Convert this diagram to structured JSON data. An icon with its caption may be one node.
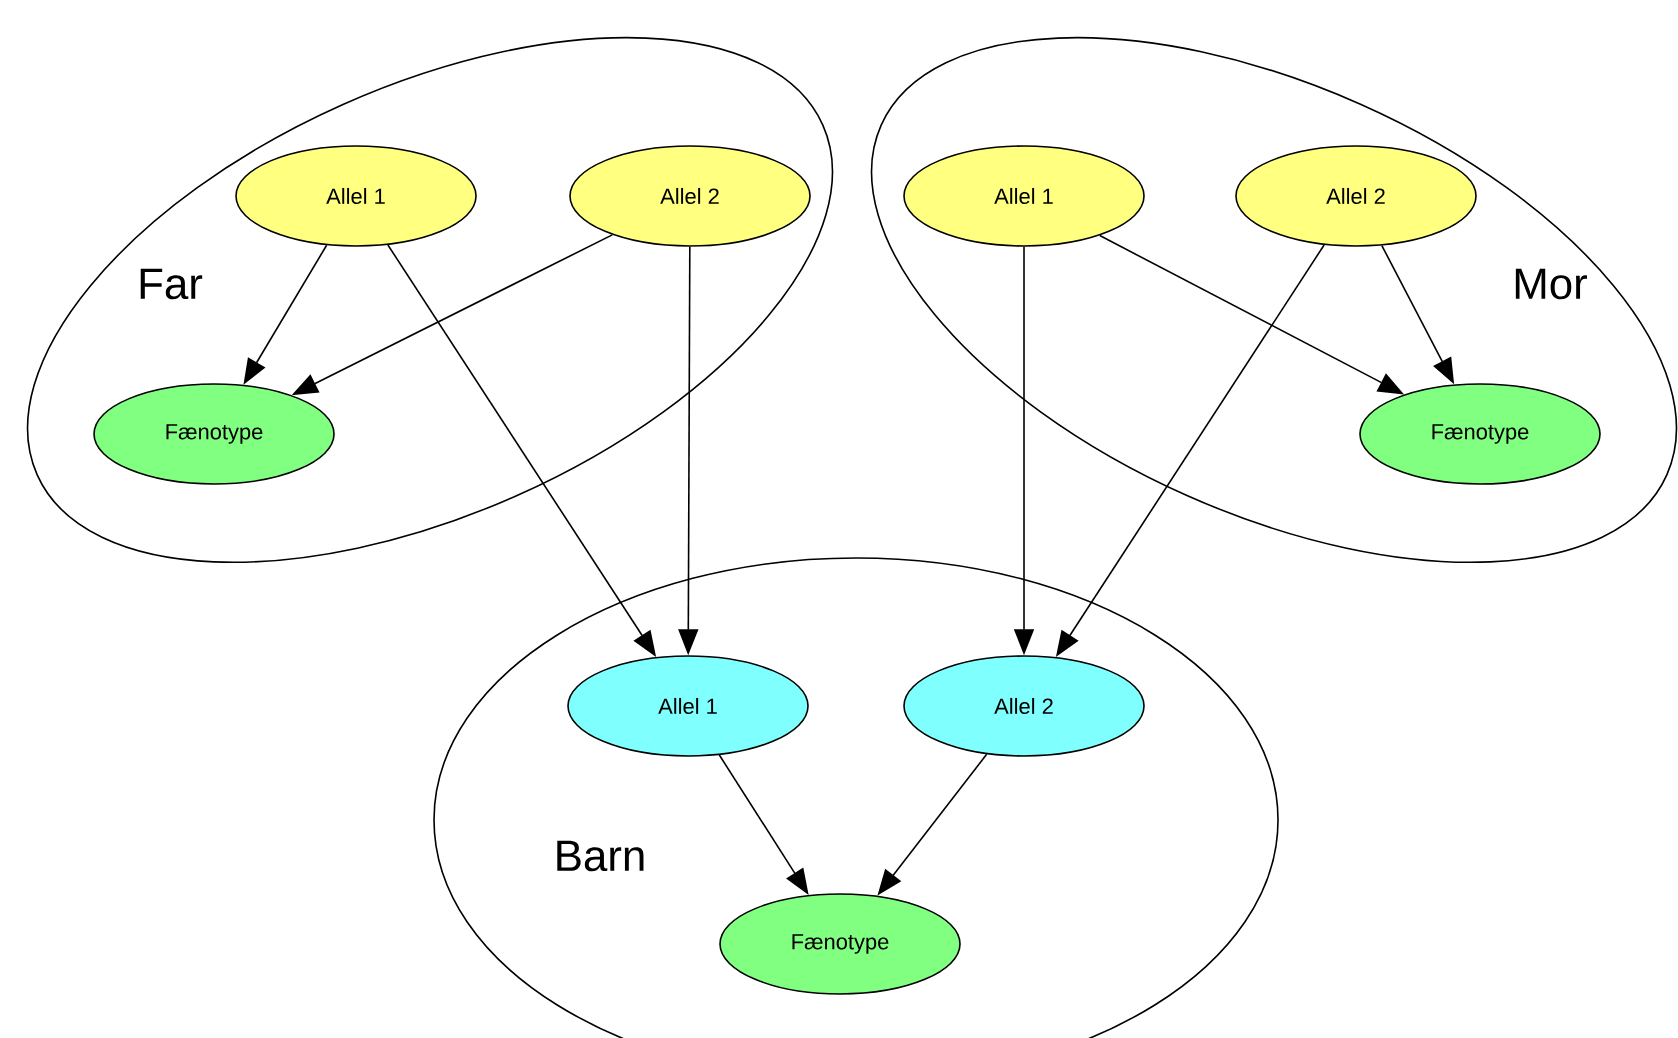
{
  "diagram": {
    "nodes": [
      {
        "text": [
          "Far"
        ]
      },
      {
        "text": [
          "Allel 1"
        ],
        "in": 0
      },
      {
        "text": [
          "Allel 2"
        ],
        "in": 0
      },
      {
        "text": [
          "Fænotype"
        ],
        "in": 0
      },
      {
        "text": [
          "Mor"
        ]
      },
      {
        "text": [
          "Allel 1"
        ],
        "in": 4
      },
      {
        "text": [
          "Allel 2"
        ],
        "in": 4
      },
      {
        "text": [
          "Fænotype"
        ],
        "in": 4
      },
      {
        "text": [
          "Barn"
        ]
      },
      {
        "text": [
          "Allel 1"
        ],
        "in": 8
      },
      {
        "text": [
          "Allel 2"
        ],
        "in": 8
      },
      {
        "text": [
          "Fænotype"
        ],
        "in": 8
      }
    ],
    "edges": [
      {
        "from": 1,
        "to": 3,
        "arrow": "to"
      },
      {
        "from": 2,
        "to": 3,
        "arrow": "to"
      },
      {
        "from": 1,
        "to": 9,
        "arrow": "to"
      },
      {
        "from": 2,
        "to": 9,
        "arrow": "to"
      },
      {
        "from": 5,
        "to": 10,
        "arrow": "to"
      },
      {
        "from": 6,
        "to": 10,
        "arrow": "to"
      },
      {
        "from": 5,
        "to": 7,
        "arrow": "to"
      },
      {
        "from": 6,
        "to": 7,
        "arrow": "to"
      },
      {
        "from": 9,
        "to": 11,
        "arrow": "to"
      },
      {
        "from": 10,
        "to": 11,
        "arrow": "to"
      }
    ]
  }
}
